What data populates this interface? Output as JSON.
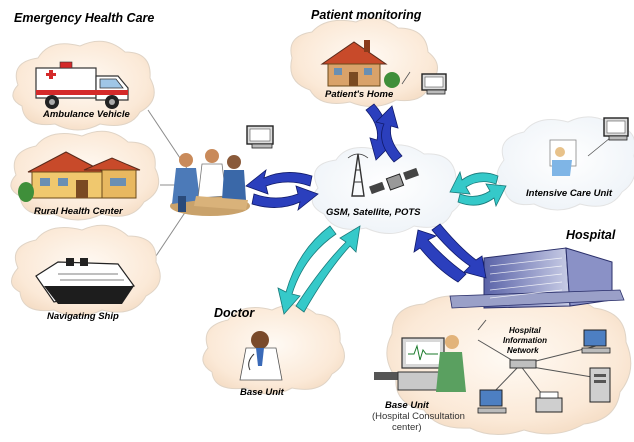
{
  "sections": {
    "emergency": "Emergency Health Care",
    "patient_monitoring": "Patient monitoring",
    "hospital": "Hospital",
    "doctor": "Doctor"
  },
  "nodes": {
    "ambulance": "Ambulance Vehicle",
    "rural": "Rural Health Center",
    "ship": "Navigating Ship",
    "home": "Patient's Home",
    "network": "GSM, Satellite, POTS",
    "icu": "Intensive Care Unit",
    "doctor_base": "Base Unit",
    "hospital_base": "Base Unit",
    "hospital_base_sub1": "(Hospital Consultation",
    "hospital_base_sub2": "center)",
    "hin1": "Hospital",
    "hin2": "Information",
    "hin3": "Network"
  },
  "colors": {
    "cloud_fill": "#fbe9d7",
    "cloud_stroke": "#d9d9d9",
    "arrow_blue": "#2b3fbd",
    "arrow_cyan": "#35c9c9"
  }
}
